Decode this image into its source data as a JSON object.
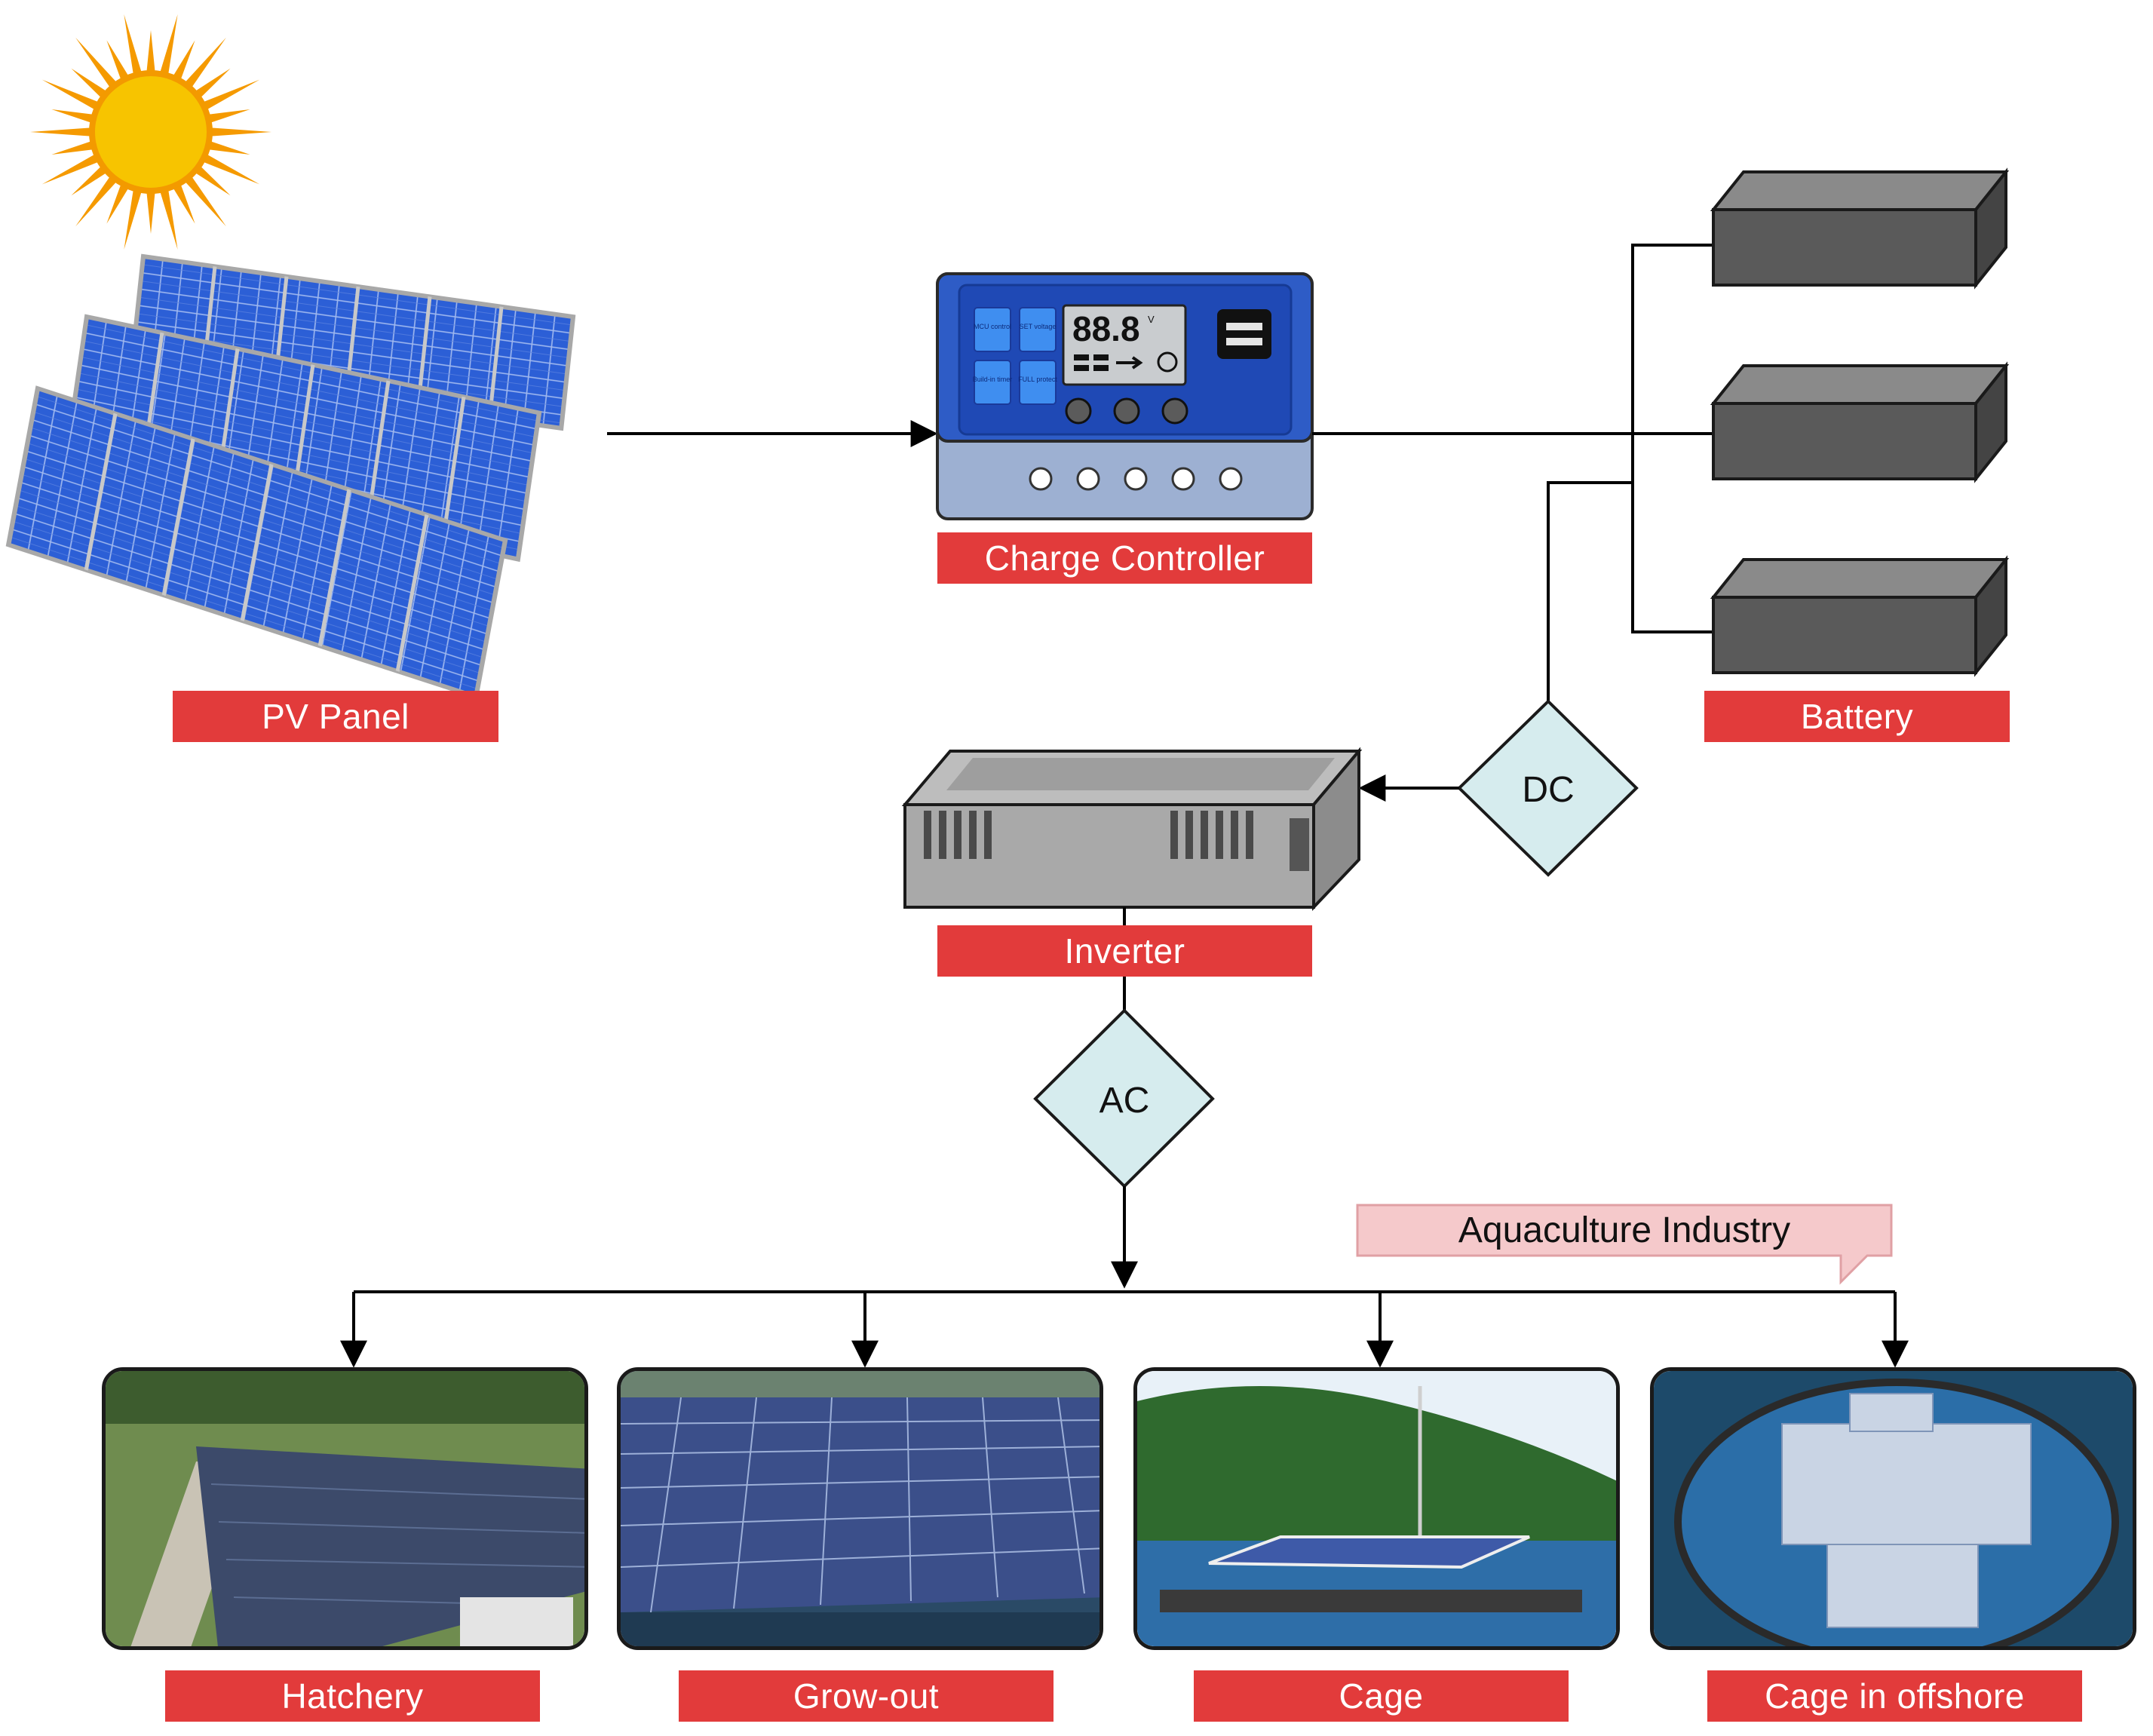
{
  "components": {
    "pv_panel": "PV Panel",
    "charge_controller": "Charge Controller",
    "battery": "Battery",
    "inverter": "Inverter"
  },
  "controller_display": {
    "reading": "88.8",
    "unit": "V",
    "buttons": [
      "MCU control",
      "SET voltage",
      "Build-in timer",
      "FULL protect"
    ]
  },
  "current_types": {
    "dc": "DC",
    "ac": "AC"
  },
  "callout": "Aquaculture Industry",
  "applications": [
    {
      "label": "Hatchery"
    },
    {
      "label": "Grow-out"
    },
    {
      "label": "Cage"
    },
    {
      "label": "Cage in offshore"
    }
  ],
  "colors": {
    "tag_red": "#e23b3b",
    "diamond_fill": "#d6ecee",
    "callout_fill": "#f5c9cb",
    "panel_blue": "#2f5fd0",
    "battery_gray": "#555555"
  },
  "icons": [
    "sun-icon",
    "solar-panel-icon",
    "charge-controller-icon",
    "battery-icon",
    "inverter-icon"
  ]
}
